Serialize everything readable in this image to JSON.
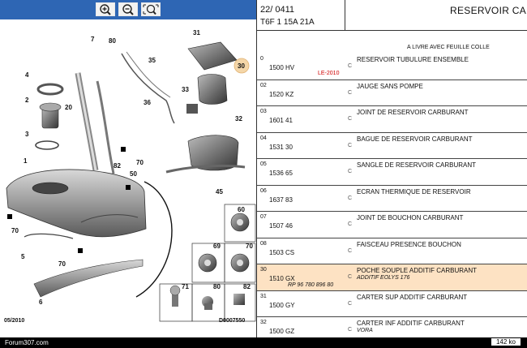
{
  "toolbar": {
    "buttons": [
      {
        "name": "zoom-in",
        "icon": "zoom-in-icon"
      },
      {
        "name": "zoom-out",
        "icon": "zoom-out-icon"
      },
      {
        "name": "fit",
        "icon": "zoom-fit-icon"
      }
    ],
    "bg_color": "#2e66b4"
  },
  "header": {
    "date": "22/ 0411",
    "model": "T6F 1 15A 21A",
    "title": "RESERVOIR CAI"
  },
  "note": "A LIVRE AVEC FEUILLE COLLE",
  "parts": [
    {
      "num": "0",
      "ref": "1500 HV",
      "desc": "RESERVOIR TUBULURE ENSEMBLE",
      "tag": "LE-2010",
      "mark": "C"
    },
    {
      "num": "02",
      "ref": "1520 KZ",
      "desc": "JAUGE SANS POMPE",
      "mark": "C"
    },
    {
      "num": "03",
      "ref": "1601 41",
      "desc": "JOINT DE RESERVOIR CARBURANT",
      "mark": "C"
    },
    {
      "num": "04",
      "ref": "1531 30",
      "desc": "BAGUE DE RESERVOIR CARBURANT",
      "mark": "C"
    },
    {
      "num": "05",
      "ref": "1536 65",
      "desc": "SANGLE DE RESERVOIR CARBURANT",
      "mark": "C"
    },
    {
      "num": "06",
      "ref": "1637 83",
      "desc": "ECRAN THERMIQUE DE RESERVOIR",
      "mark": "C"
    },
    {
      "num": "07",
      "ref": "1507 46",
      "desc": "JOINT DE BOUCHON CARBURANT",
      "mark": "C"
    },
    {
      "num": "08",
      "ref": "1503 CS",
      "desc": "FAISCEAU PRESENCE BOUCHON",
      "mark": "C"
    },
    {
      "num": "30",
      "ref": "1510 GX",
      "ref2": "RP 96 780 896 80",
      "desc": "POCHE SOUPLE ADDITIF CARBURANT",
      "sub": "ADDITIF EOLYS 176",
      "mark": "C",
      "highlight": true
    },
    {
      "num": "31",
      "ref": "1500 GY",
      "desc": "CARTER SUP ADDITIF CARBURANT",
      "mark": "C"
    },
    {
      "num": "32",
      "ref": "1500 GZ",
      "desc": "CARTER INF ADDITIF CARBURANT",
      "sub": "VORA",
      "mark": "C"
    }
  ],
  "diagram": {
    "callouts": [
      "7",
      "80",
      "35",
      "31",
      "30",
      "4",
      "33",
      "36",
      "2",
      "20",
      "3",
      "32",
      "1",
      "82",
      "70",
      "50",
      "45",
      "60",
      "70",
      "5",
      "70",
      "69",
      "70",
      "6",
      "71",
      "80",
      "82"
    ],
    "date": "05/2010",
    "ref": "D0007550"
  },
  "status": {
    "left": "Forum307.com",
    "right": "142 ko"
  },
  "highlight_color": "#fde2c3",
  "tag_color": "#d00000"
}
